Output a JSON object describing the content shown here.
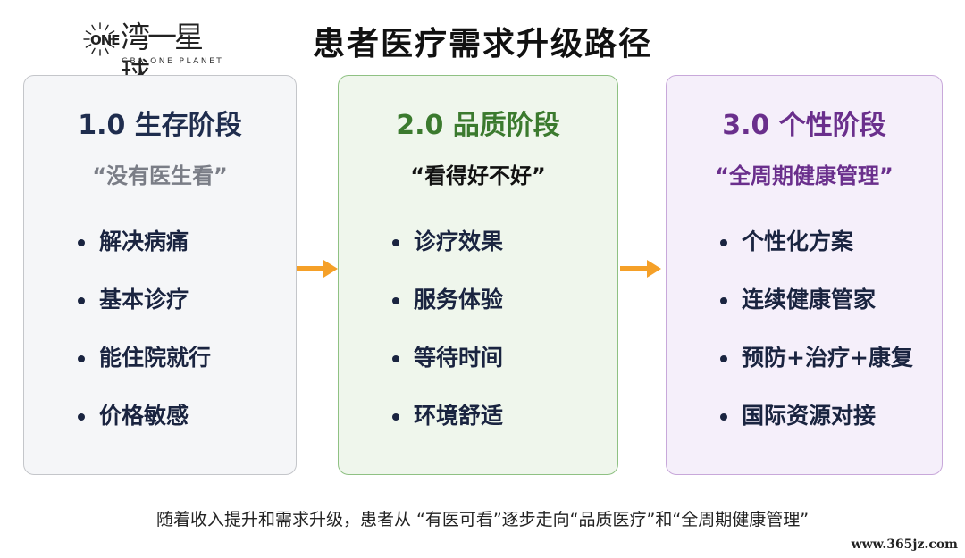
{
  "logo": {
    "mark_text": "ONE",
    "name_cn": "湾一星球",
    "name_en": "GBA ONE PLANET"
  },
  "title": "患者医疗需求升级路径",
  "stages": [
    {
      "title": "1.0 生存阶段",
      "subtitle": "“没有医生看”",
      "items": [
        "解决病痛",
        "基本诊疗",
        "能住院就行",
        "价格敏感"
      ],
      "title_color": "#1f2d4e",
      "subtitle_color": "#7a7d86"
    },
    {
      "title": "2.0 品质阶段",
      "subtitle": "“看得好不好”",
      "items": [
        "诊疗效果",
        "服务体验",
        "等待时间",
        "环境舒适"
      ],
      "title_color": "#3b7a2e",
      "subtitle_color": "#111111"
    },
    {
      "title": "3.0 个性阶段",
      "subtitle": "“全周期健康管理”",
      "items": [
        "个性化方案",
        "连续健康管家",
        "预防+治疗+康复",
        "国际资源对接"
      ],
      "title_color": "#6a2f8c",
      "subtitle_color": "#6a2f8c"
    }
  ],
  "arrow_color": "#f5a028",
  "footer": "随着收入提升和需求升级，患者从 “有医可看”逐步走向“品质医疗”和“全周期健康管理”",
  "watermark": "www.365jz.com"
}
